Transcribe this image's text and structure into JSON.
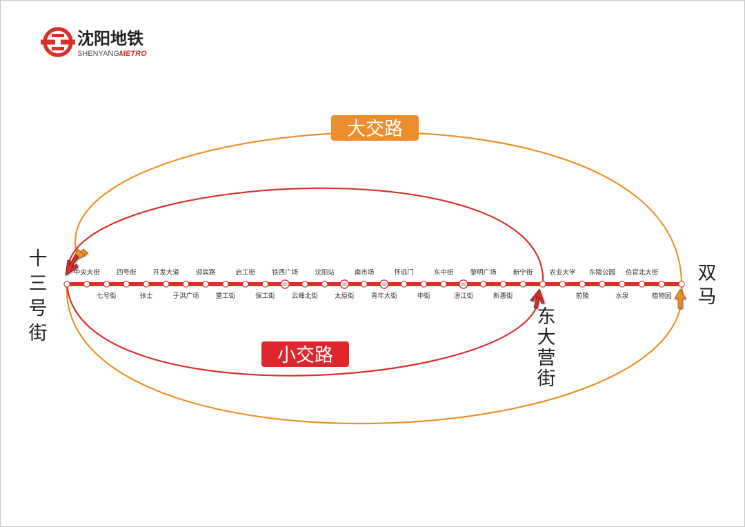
{
  "logo": {
    "name_cn": "沈阳地铁",
    "name_en_a": "SHENYANG",
    "name_en_b": "METRO"
  },
  "colors": {
    "line": "#d7312c",
    "red_route": "#d7312c",
    "orange_route": "#ec9129",
    "badge_red": "#e0262b",
    "badge_orange": "#ee8d2b",
    "station_fill": "#ffffff"
  },
  "routes": {
    "long": {
      "label": "大交路",
      "color": "#ec9129"
    },
    "short": {
      "label": "小交路",
      "color": "#d7312c"
    }
  },
  "terminals": {
    "west": "十三号街",
    "east": "双马",
    "short_turn": "东大营街"
  },
  "stations": [
    {
      "name": "十三号街"
    },
    {
      "name": "中央大街"
    },
    {
      "name": "七号街"
    },
    {
      "name": "四号街"
    },
    {
      "name": "张士"
    },
    {
      "name": "开发大道"
    },
    {
      "name": "于洪广场"
    },
    {
      "name": "迎宾路"
    },
    {
      "name": "重工街"
    },
    {
      "name": "启工街"
    },
    {
      "name": "保工街"
    },
    {
      "name": "铁西广场",
      "interchange": true
    },
    {
      "name": "云峰北街"
    },
    {
      "name": "沈阳站"
    },
    {
      "name": "太原街",
      "interchange": true
    },
    {
      "name": "南市场"
    },
    {
      "name": "青年大街",
      "interchange": true
    },
    {
      "name": "怀远门"
    },
    {
      "name": "中街"
    },
    {
      "name": "东中街"
    },
    {
      "name": "滂江街",
      "interchange": true
    },
    {
      "name": "黎明广场"
    },
    {
      "name": "新惠街"
    },
    {
      "name": "新宁街"
    },
    {
      "name": "东大营街"
    },
    {
      "name": "农业大学"
    },
    {
      "name": "前陵"
    },
    {
      "name": "东陵公园"
    },
    {
      "name": "水泉"
    },
    {
      "name": "伯官北大街"
    },
    {
      "name": "植物园"
    },
    {
      "name": "双马"
    }
  ]
}
